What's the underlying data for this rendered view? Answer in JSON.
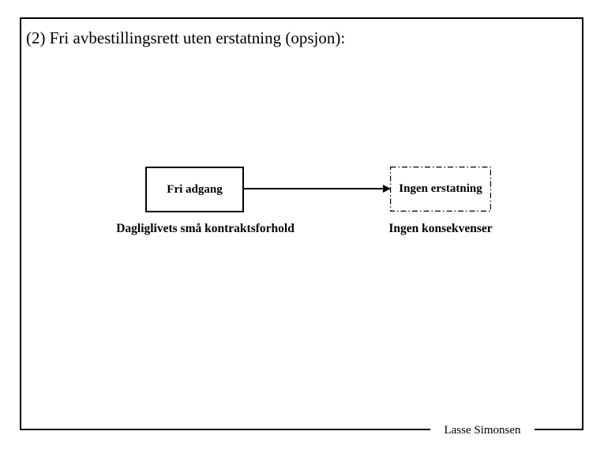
{
  "slide": {
    "title": "(2) Fri avbestillingsrett uten erstatning (opsjon):",
    "credit": "Lasse Simonsen"
  },
  "diagram": {
    "source_box": {
      "label": "Fri adgang",
      "border_style": "solid"
    },
    "target_box": {
      "label": "Ingen erstatning",
      "border_style": "dash-dot"
    },
    "connector": {
      "type": "arrow",
      "direction": "left-to-right"
    },
    "source_caption": "Dagliglivets små kontraktsforhold",
    "target_caption": "Ingen konsekvenser"
  },
  "colors": {
    "background": "#ffffff",
    "frame_border": "#000000",
    "text": "#000000"
  }
}
